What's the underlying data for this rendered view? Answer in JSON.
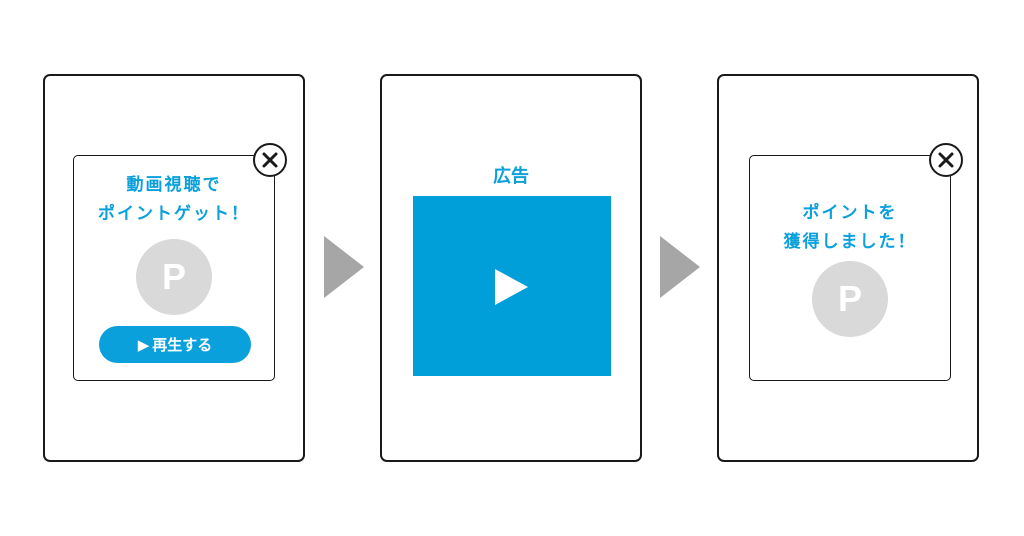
{
  "flow": {
    "step1": {
      "title_line1": "動画視聴で",
      "title_line2": "ポイントゲット！",
      "coin_letter": "P",
      "play_icon": "▶",
      "play_label": "再生する"
    },
    "step2": {
      "ad_label": "広告"
    },
    "step3": {
      "title_line1": "ポイントを",
      "title_line2": "獲得しました！",
      "coin_letter": "P"
    }
  },
  "icons": {
    "close": "close-circle-x",
    "arrow": "right-triangle-arrow",
    "video_play": "play-triangle"
  },
  "colors": {
    "accent": "#0aa0dc",
    "video_fill": "#009fd9",
    "coin": "#d9d9d9",
    "arrow": "#a6a6a6",
    "border": "#1a1a1a"
  }
}
